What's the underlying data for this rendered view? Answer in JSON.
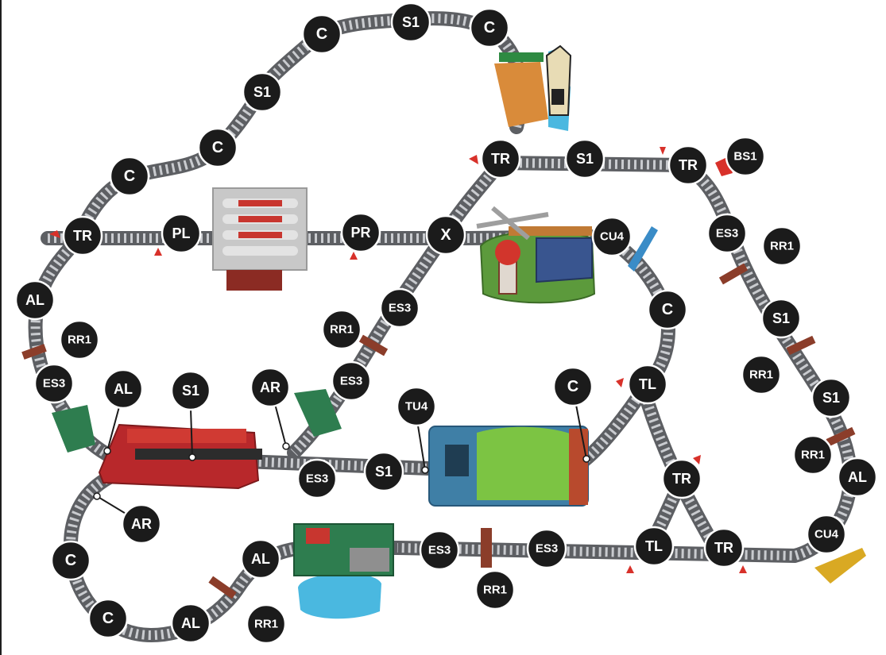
{
  "palette": {
    "track": "#5d5f63",
    "ties": "#c9cbcf",
    "label_fill": "#1b1b1b",
    "label_text": "#ffffff",
    "marker_red": "#d8312a",
    "roundhouse_red": "#b8282b",
    "bridge_green": "#2e7d4f",
    "water_blue": "#4ab8e0",
    "tunnel_blue": "#3f7fa6",
    "bush_green": "#7cc443",
    "buffer_orange": "#d98b3a",
    "crossing_gold": "#d9a923"
  },
  "icons": {
    "station": "station-building-icon",
    "shed": "engine-shed-icon",
    "tunnel": "tunnel-icon",
    "windmill": "windmill-icon",
    "boat": "boat-icon",
    "bridge": "drawbridge-icon"
  },
  "labels": [
    {
      "text": "S1"
    },
    {
      "text": "C"
    },
    {
      "text": "C"
    },
    {
      "text": "S1"
    },
    {
      "text": "C"
    },
    {
      "text": "C"
    },
    {
      "text": "TR"
    },
    {
      "text": "S1"
    },
    {
      "text": "TR"
    },
    {
      "text": "BS1"
    },
    {
      "text": "TR"
    },
    {
      "text": "PL"
    },
    {
      "text": "PR"
    },
    {
      "text": "X"
    },
    {
      "text": "CU4"
    },
    {
      "text": "ES3"
    },
    {
      "text": "RR1"
    },
    {
      "text": "AL"
    },
    {
      "text": "ES3"
    },
    {
      "text": "RR1"
    },
    {
      "text": "RR1"
    },
    {
      "text": "C"
    },
    {
      "text": "S1"
    },
    {
      "text": "ES3"
    },
    {
      "text": "AL"
    },
    {
      "text": "S1"
    },
    {
      "text": "AR"
    },
    {
      "text": "ES3"
    },
    {
      "text": "RR1"
    },
    {
      "text": "TU4"
    },
    {
      "text": "C"
    },
    {
      "text": "TL"
    },
    {
      "text": "S1"
    },
    {
      "text": "ES3"
    },
    {
      "text": "S1"
    },
    {
      "text": "RR1"
    },
    {
      "text": "AL"
    },
    {
      "text": "AR"
    },
    {
      "text": "TR"
    },
    {
      "text": "C"
    },
    {
      "text": "AL"
    },
    {
      "text": "ES3"
    },
    {
      "text": "ES3"
    },
    {
      "text": "TL"
    },
    {
      "text": "TR"
    },
    {
      "text": "CU4"
    },
    {
      "text": "RR1"
    },
    {
      "text": "C"
    },
    {
      "text": "AL"
    },
    {
      "text": "RR1"
    }
  ]
}
